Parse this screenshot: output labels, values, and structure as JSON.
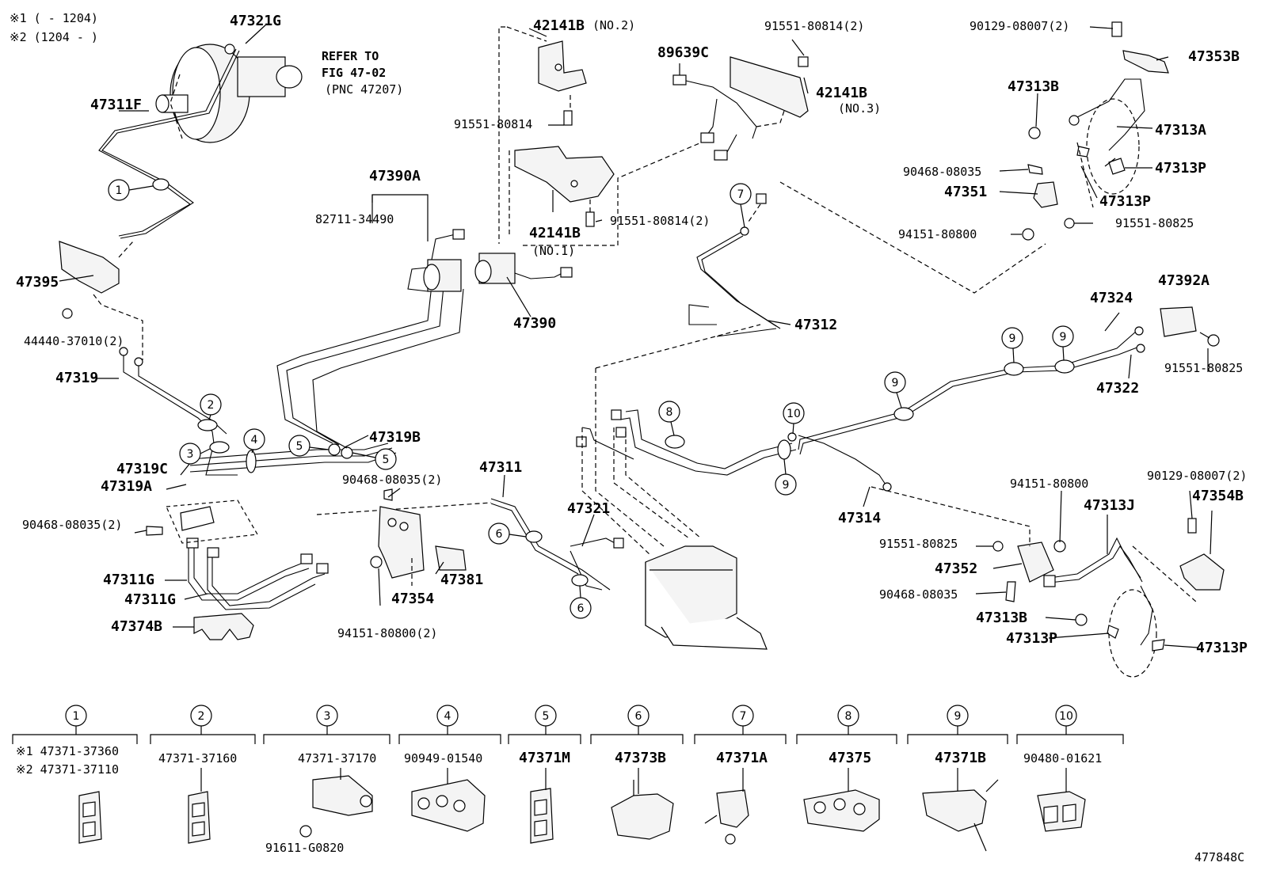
{
  "notes": {
    "note1": "※1 (     - 1204)",
    "note2": "※2 (1204 -     )"
  },
  "refer": {
    "line1": "REFER TO",
    "line2": "FIG 47-02",
    "line3": "(PNC 47207)"
  },
  "diagram_id": "477848C",
  "parts": {
    "p47321G": "47321G",
    "p47311F": "47311F",
    "p47395": "47395",
    "p44440": "44440-37010(2)",
    "p47319": "47319",
    "p47319C": "47319C",
    "p47319A": "47319A",
    "p90468_2a": "90468-08035(2)",
    "p47311G_1": "47311G",
    "p47311G_2": "47311G",
    "p47374B": "47374B",
    "p42141B_2": "42141B",
    "p42141B_2s": "(NO.2)",
    "p91551_a": "91551-80814",
    "p47390A": "47390A",
    "p82711": "82711-34490",
    "p42141B_1": "42141B",
    "p42141B_1s": "(NO.1)",
    "p91551_b": "91551-80814(2)",
    "p47390": "47390",
    "p47319B": "47319B",
    "p90468_2b": "90468-08035(2)",
    "p47311": "47311",
    "p47354": "47354",
    "p47381": "47381",
    "p94151_2": "94151-80800(2)",
    "p47321": "47321",
    "p89639C": "89639C",
    "p91551_c": "91551-80814(2)",
    "p42141B_3": "42141B",
    "p42141B_3s": "(NO.3)",
    "p47312": "47312",
    "p47314": "47314",
    "p90129_a": "90129-08007(2)",
    "p47353B": "47353B",
    "p47313B_a": "47313B",
    "p47313A": "47313A",
    "p47313P_a": "47313P",
    "p90468_a": "90468-08035",
    "p47351": "47351",
    "p47313P_b": "47313P",
    "p91551_d": "91551-80825",
    "p94151_a": "94151-80800",
    "p47392A": "47392A",
    "p47324": "47324",
    "p91551_e": "91551-80825",
    "p47322": "47322",
    "p90129_b": "90129-08007(2)",
    "p47354B": "47354B",
    "p94151_b": "94151-80800",
    "p47313J": "47313J",
    "p91551_f": "91551-80825",
    "p47352": "47352",
    "p90468_b": "90468-08035",
    "p47313B_b": "47313B",
    "p47313P_c": "47313P",
    "p47313P_d": "47313P"
  },
  "callouts": [
    "1",
    "2",
    "3",
    "4",
    "5",
    "5",
    "6",
    "6",
    "7",
    "8",
    "9",
    "9",
    "9",
    "9",
    "9",
    "10"
  ],
  "legend": [
    {
      "num": "1",
      "lines": [
        "※1 47371-37360",
        "※2 47371-37110"
      ]
    },
    {
      "num": "2",
      "lines": [
        "47371-37160"
      ]
    },
    {
      "num": "3",
      "lines": [
        "47371-37170"
      ],
      "extra": "91611-G0820"
    },
    {
      "num": "4",
      "lines": [
        "90949-01540"
      ]
    },
    {
      "num": "5",
      "lines": [
        "47371M"
      ]
    },
    {
      "num": "6",
      "lines": [
        "47373B"
      ]
    },
    {
      "num": "7",
      "lines": [
        "47371A"
      ]
    },
    {
      "num": "8",
      "lines": [
        "47375"
      ]
    },
    {
      "num": "9",
      "lines": [
        "47371B"
      ]
    },
    {
      "num": "10",
      "lines": [
        "90480-01621"
      ]
    }
  ]
}
